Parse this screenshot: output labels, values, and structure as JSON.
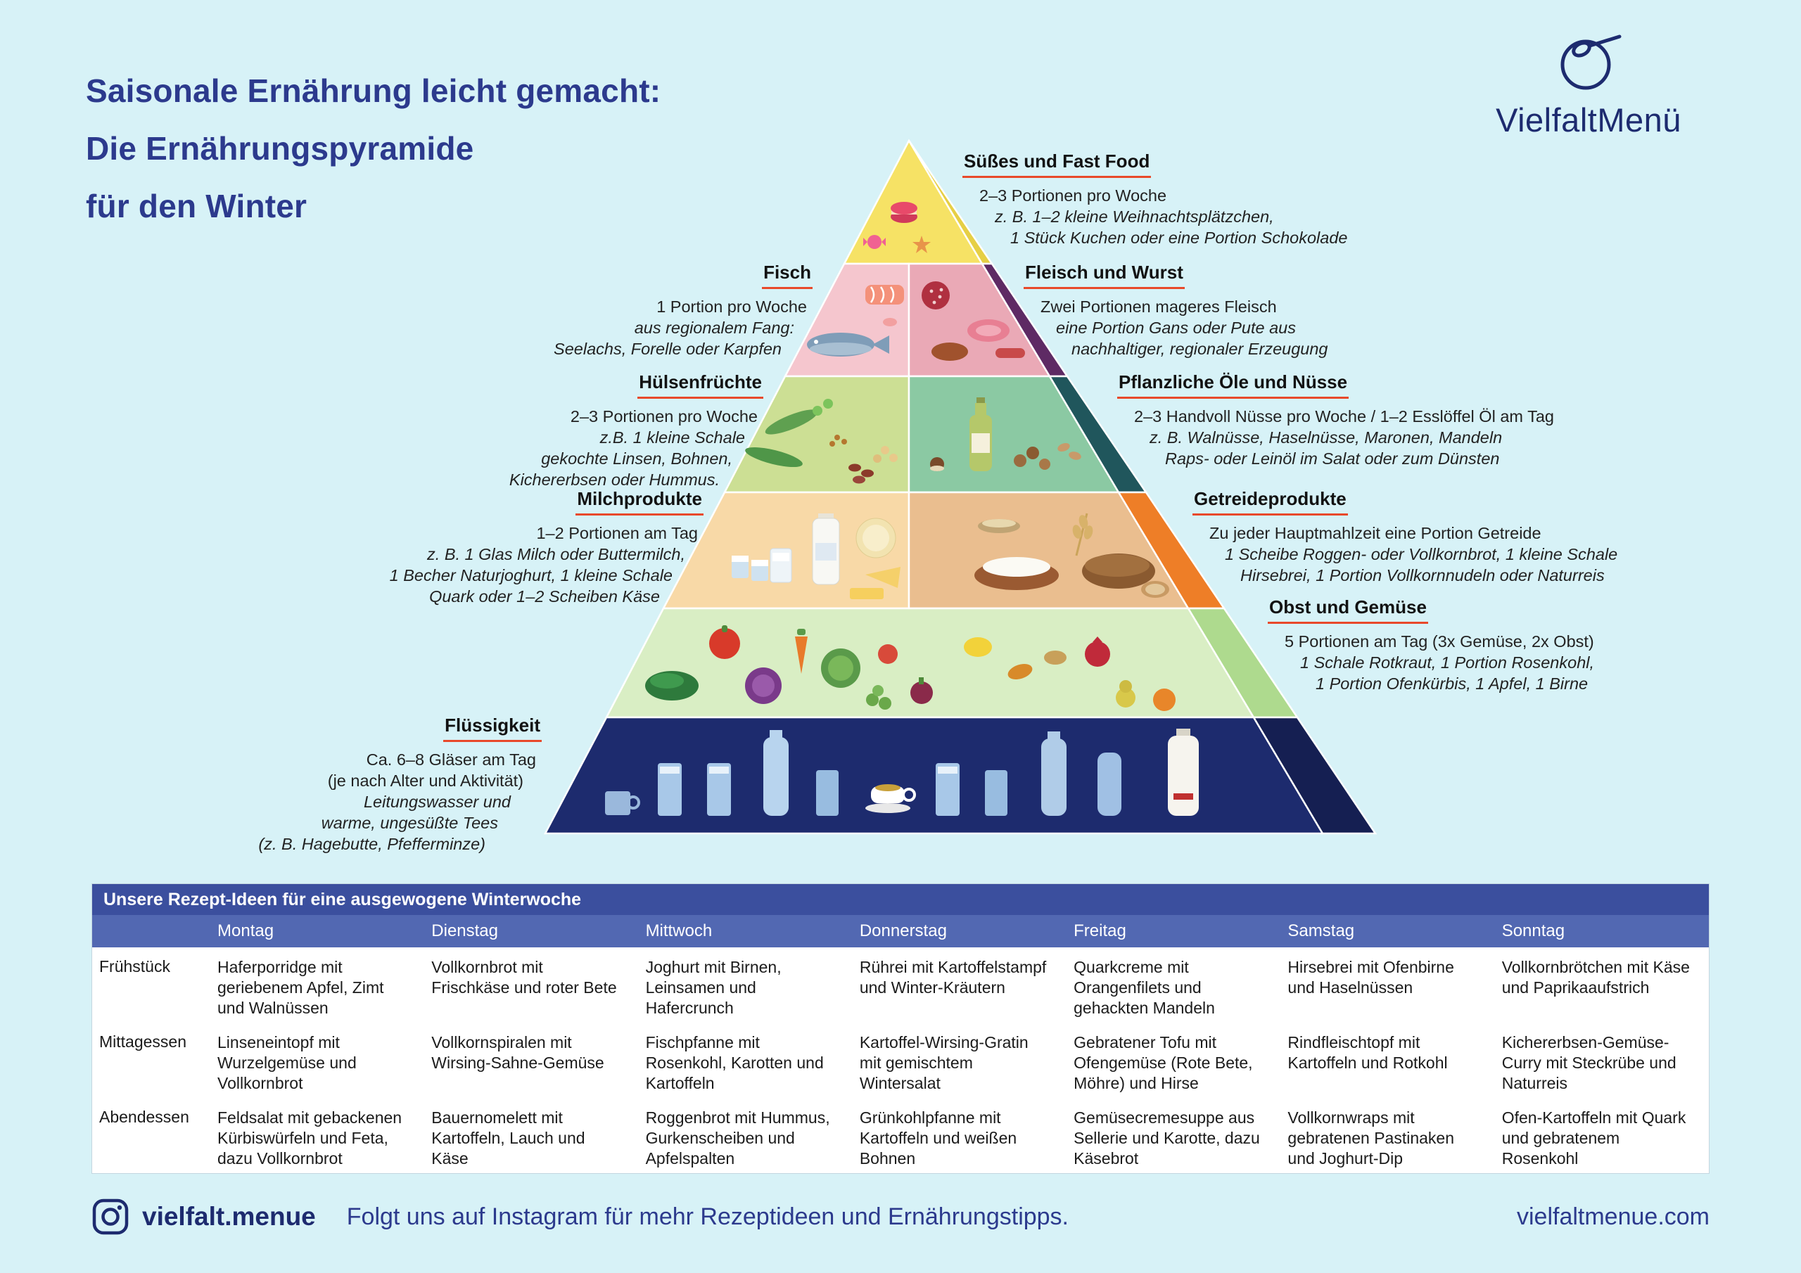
{
  "page": {
    "title_lines": [
      "Saisonale Ernährung leicht gemacht:",
      "Die Ernährungspyramide",
      "für den Winter"
    ],
    "brand_name": "VielfaltMenü"
  },
  "colors": {
    "background": "#d7f2f7",
    "title_blue": "#2c3a8d",
    "brand_navy": "#1d2b6f",
    "heading_underline": "#e8492b",
    "level_sweets": "#f6e265",
    "level_fish": "#f5c6ce",
    "level_meat": "#eaa9b6",
    "level_meat_side": "#5e2a64",
    "level_legumes": "#ccdf94",
    "level_oils_nuts": "#8bc9a3",
    "level_oils_side": "#20565c",
    "level_dairy": "#f8d9a7",
    "level_grain": "#eabe8f",
    "level_grain_side": "#ee7e27",
    "level_fruit_veg": "#d9eec4",
    "level_fruit_side": "#aeda8e",
    "level_liquid": "#1d2b6e",
    "table_header_dark": "#3b4f9e",
    "table_header_mid": "#5268b2"
  },
  "pyramid": {
    "suesses": {
      "heading": "Süßes und Fast Food",
      "lines": [
        "2–3 Portionen pro Woche",
        "z. B. 1–2 kleine Weihnachtsplätzchen,",
        "1 Stück Kuchen oder eine Portion Schokolade"
      ]
    },
    "fisch": {
      "heading": "Fisch",
      "lines": [
        "1 Portion pro Woche",
        "aus regionalem Fang:",
        "Seelachs, Forelle oder Karpfen"
      ]
    },
    "fleisch": {
      "heading": "Fleisch und Wurst",
      "lines": [
        "Zwei Portionen mageres Fleisch",
        "eine Portion Gans oder Pute aus",
        "nachhaltiger, regionaler Erzeugung"
      ]
    },
    "huelsenfruechte": {
      "heading": "Hülsenfrüchte",
      "lines": [
        "2–3 Portionen pro Woche",
        "z.B. 1 kleine Schale",
        "gekochte Linsen, Bohnen,",
        "Kichererbsen oder Hummus."
      ]
    },
    "oele_nuesse": {
      "heading": "Pflanzliche Öle und Nüsse",
      "lines": [
        "2–3 Handvoll Nüsse pro Woche / 1–2 Esslöffel Öl am Tag",
        "z. B. Walnüsse, Haselnüsse, Maronen, Mandeln",
        "Raps- oder Leinöl im Salat oder zum Dünsten"
      ]
    },
    "milchprodukte": {
      "heading": "Milchprodukte",
      "lines": [
        "1–2 Portionen am Tag",
        "z. B. 1 Glas Milch oder Buttermilch,",
        "1 Becher Naturjoghurt, 1 kleine Schale",
        "Quark oder 1–2 Scheiben Käse"
      ]
    },
    "getreideprodukte": {
      "heading": "Getreideprodukte",
      "lines": [
        "Zu jeder Hauptmahlzeit eine Portion Getreide",
        "1 Scheibe Roggen- oder Vollkornbrot, 1 kleine Schale",
        "Hirsebrei, 1 Portion Vollkornnudeln oder Naturreis"
      ]
    },
    "obst_gemuese": {
      "heading": "Obst und Gemüse",
      "lines": [
        "5 Portionen am Tag (3x Gemüse, 2x Obst)",
        "1 Schale Rotkraut, 1 Portion Rosenkohl,",
        "1 Portion Ofenkürbis, 1 Apfel, 1 Birne"
      ]
    },
    "fluessigkeit": {
      "heading": "Flüssigkeit",
      "lines": [
        "Ca. 6–8 Gläser am Tag",
        "(je nach Alter und Aktivität)",
        "Leitungswasser und",
        "warme, ungesüßte Tees",
        "(z. B. Hagebutte, Pfefferminze)"
      ]
    }
  },
  "table": {
    "title": "Unsere Rezept-Ideen für eine ausgewogene Winterwoche",
    "days": [
      "Montag",
      "Dienstag",
      "Mittwoch",
      "Donnerstag",
      "Freitag",
      "Samstag",
      "Sonntag"
    ],
    "rows": [
      {
        "label": "Frühstück",
        "cells": [
          "Haferporridge mit geriebenem Apfel, Zimt und Walnüssen",
          "Vollkornbrot mit Frischkäse und roter Bete",
          "Joghurt mit Birnen, Leinsamen und Hafercrunch",
          "Rührei mit Kartoffelstampf und Winter-Kräutern",
          "Quarkcreme mit Orangenfilets und gehackten Mandeln",
          "Hirsebrei mit Ofenbirne und Haselnüssen",
          "Vollkornbrötchen mit Käse und Paprikaaufstrich"
        ]
      },
      {
        "label": "Mittagessen",
        "cells": [
          "Linseneintopf mit Wurzelgemüse und Vollkornbrot",
          "Vollkornspiralen mit Wirsing-Sahne-Gemüse",
          "Fischpfanne mit Rosenkohl, Karotten und Kartoffeln",
          "Kartoffel-Wirsing-Gratin mit gemischtem Wintersalat",
          "Gebratener Tofu mit Ofengemüse (Rote Bete, Möhre) und Hirse",
          "Rindfleischtopf mit Kartoffeln und Rotkohl",
          "Kichererbsen-Gemüse-Curry mit Steckrübe und Naturreis"
        ]
      },
      {
        "label": "Abendessen",
        "cells": [
          "Feldsalat mit gebackenen Kürbiswürfeln und Feta, dazu Vollkornbrot",
          "Bauernomelett mit Kartoffeln, Lauch und Käse",
          "Roggenbrot mit Hummus, Gurkenscheiben und Apfelspalten",
          "Grünkohlpfanne mit Kartoffeln und weißen Bohnen",
          "Gemüsecremesuppe aus Sellerie und Karotte, dazu Käsebrot",
          "Vollkornwraps mit gebratenen Pastinaken und Joghurt-Dip",
          "Ofen-Kartoffeln mit Quark und gebratenem Rosenkohl"
        ]
      }
    ]
  },
  "footer": {
    "instagram_handle": "vielfalt.menue",
    "cta": "Folgt uns auf Instagram für mehr Rezeptideen und Ernährungstipps.",
    "website": "vielfaltmenue.com"
  }
}
